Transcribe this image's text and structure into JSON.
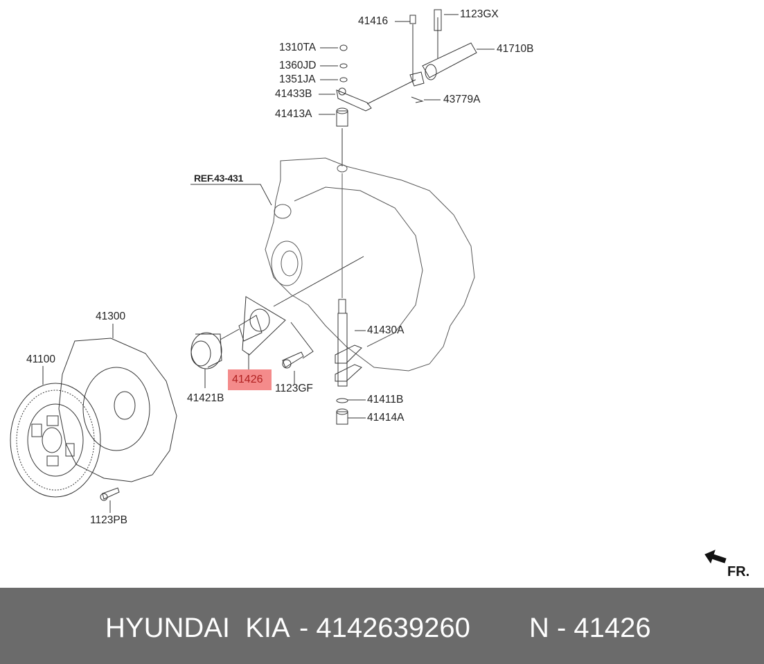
{
  "diagram": {
    "labels": {
      "p41416": "41416",
      "p1123GX": "1123GX",
      "p1310TA": "1310TA",
      "p1360JD": "1360JD",
      "p1351JA": "1351JA",
      "p41433B": "41433B",
      "p41413A": "41413A",
      "p41710B": "41710B",
      "p43779A": "43779A",
      "ref": "REF.43-431",
      "p41300": "41300",
      "p41100": "41100",
      "p41421B": "41421B",
      "p41426": "41426",
      "p1123GF": "1123GF",
      "p41430A": "41430A",
      "p41411B": "41411B",
      "p41414A": "41414A",
      "p1123PB": "1123PB"
    },
    "direction": "FR.",
    "highlight_color": "#f48b8b"
  },
  "footer": {
    "brand": "HYUNDAI  KIA",
    "part_number_text": "- 4142639260",
    "ref_text": "N - 41426"
  }
}
